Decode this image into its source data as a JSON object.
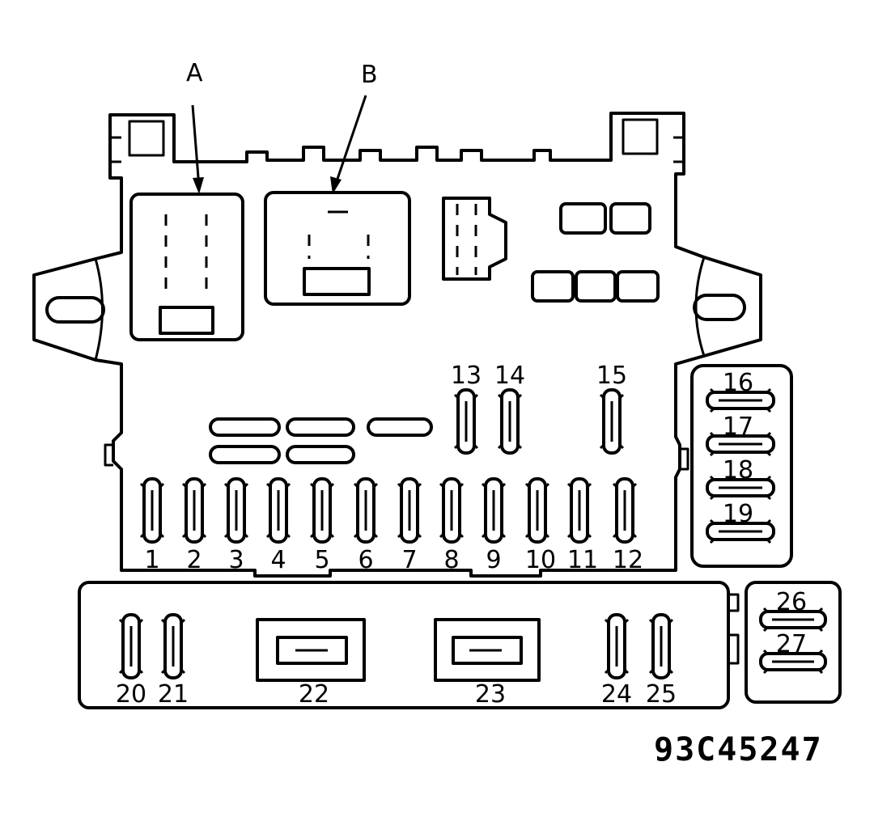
{
  "callouts": {
    "a": "A",
    "b": "B"
  },
  "fuse_numbers": [
    "1",
    "2",
    "3",
    "4",
    "5",
    "6",
    "7",
    "8",
    "9",
    "10",
    "11",
    "12",
    "13",
    "14",
    "15",
    "16",
    "17",
    "18",
    "19",
    "20",
    "21",
    "22",
    "23",
    "24",
    "25",
    "26",
    "27"
  ],
  "figure_code": "93C45247"
}
